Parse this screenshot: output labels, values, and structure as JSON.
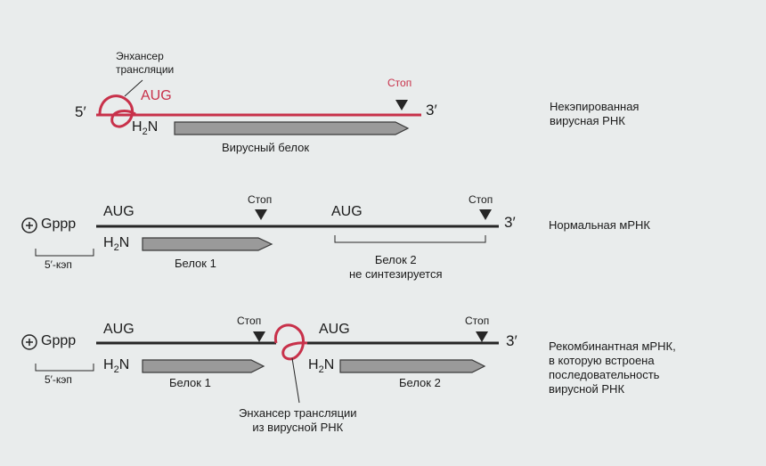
{
  "diagram": {
    "colors": {
      "strand": "#262626",
      "viral_strand": "#c8314a",
      "enhancer_loop": "#c8314a",
      "protein_fill": "#9a9a9a",
      "protein_edge": "#3a3a3a",
      "background": "#e9ecec"
    },
    "panel1": {
      "enhancer_label": "Энхансер\nтрансляции",
      "five_prime": "5′",
      "aug": "AUG",
      "stop": "Стоп",
      "three_prime": "3′",
      "nh2": "H2N",
      "protein_label": "Вирусный белок",
      "rna_label": "Некэпированная\nвирусная РНК"
    },
    "panel2": {
      "cap_symbol": "+",
      "gppp": "Gppp",
      "aug_1": "AUG",
      "stop_1": "Стоп",
      "aug_2": "AUG",
      "stop_2": "Стоп",
      "three_prime": "3′",
      "nh2": "H2N",
      "cap_label": "5′-кэп",
      "protein_1_label": "Белок 1",
      "protein_2_label": "Белок 2\nне синтезируется",
      "rna_label": "Нормальная мРНК"
    },
    "panel3": {
      "cap_symbol": "+",
      "gppp": "Gppp",
      "aug_1": "AUG",
      "stop_1": "Стоп",
      "aug_2": "AUG",
      "stop_2": "Стоп",
      "three_prime": "3′",
      "nh2_1": "H2N",
      "nh2_2": "H2N",
      "cap_label": "5′-кэп",
      "protein_1_label": "Белок 1",
      "protein_2_label": "Белок 2",
      "enhancer_label": "Энхансер трансляции\nиз вирусной РНК",
      "rna_label": "Рекомбинантная мРНК,\nв которую встроена\nпоследовательность\nвирусной РНК"
    }
  }
}
